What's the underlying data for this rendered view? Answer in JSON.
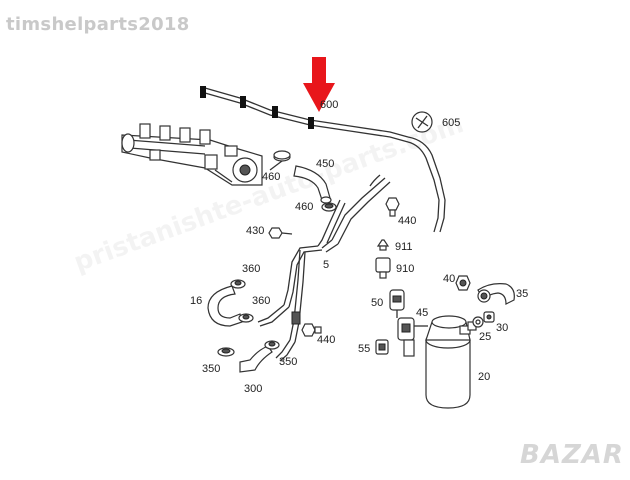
{
  "watermark_top": "timshelparts2018",
  "watermark_diagonal": "pristanishte-auto-parts.com",
  "brand": "BAZAR",
  "arrow_color": "#e8161b",
  "labels": {
    "l600": "600",
    "l605": "605",
    "l450": "450",
    "l460a": "460",
    "l460b": "460",
    "l440a": "440",
    "l430": "430",
    "l911": "911",
    "l910": "910",
    "l5": "5",
    "l360a": "360",
    "l360b": "360",
    "l16": "16",
    "l440b": "440",
    "l350a": "350",
    "l350b": "350",
    "l300": "300",
    "l40": "40",
    "l35": "35",
    "l50": "50",
    "l45": "45",
    "l25": "25",
    "l30": "30",
    "l55": "55",
    "l20": "20"
  }
}
